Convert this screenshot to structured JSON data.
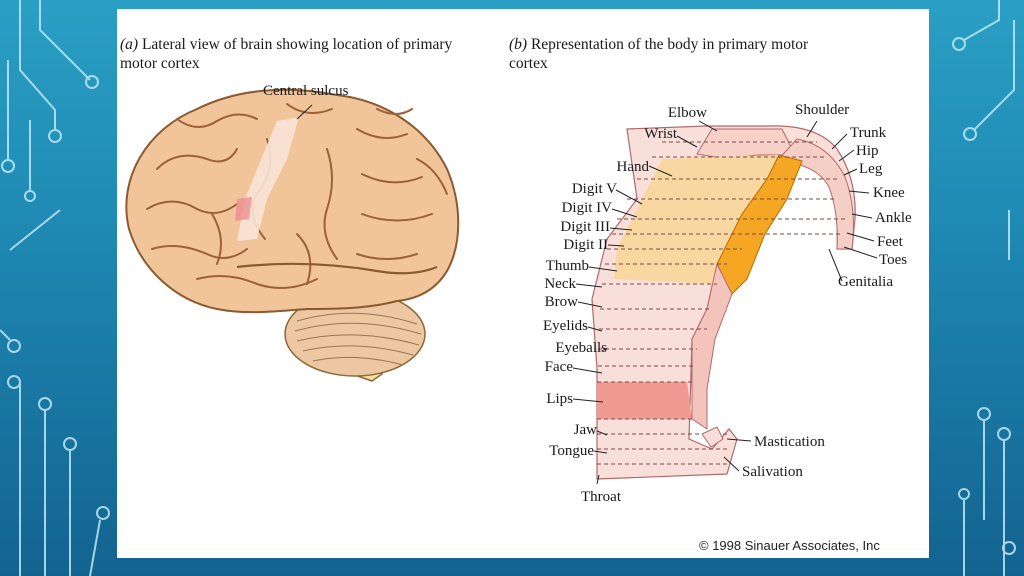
{
  "caption_a": {
    "tag": "(a)",
    "text": "Lateral view of brain showing location of primary motor cortex"
  },
  "caption_b": {
    "tag": "(b)",
    "text": "Representation of the body in primary motor cortex"
  },
  "central_sulcus": "Central sulcus",
  "labels_left": {
    "elbow": "Elbow",
    "wrist": "Wrist",
    "hand": "Hand",
    "digit_v": "Digit V",
    "digit_iv": "Digit IV",
    "digit_iii": "Digit III",
    "digit_ii": "Digit II",
    "thumb": "Thumb",
    "neck": "Neck",
    "brow": "Brow",
    "eyelids": "Eyelids",
    "eyeballs": "Eyeballs",
    "face": "Face",
    "lips": "Lips",
    "jaw": "Jaw",
    "tongue": "Tongue",
    "throat": "Throat"
  },
  "labels_right": {
    "shoulder": "Shoulder",
    "trunk": "Trunk",
    "hip": "Hip",
    "leg": "Leg",
    "knee": "Knee",
    "ankle": "Ankle",
    "feet": "Feet",
    "toes": "Toes",
    "genitalia": "Genitalia",
    "mastication": "Mastication",
    "salivation": "Salivation"
  },
  "copyright": "© 1998 Sinauer Associates, Inc",
  "colors": {
    "cortex": "#f1c49a",
    "motor_strip": "#f7d6c8",
    "orange": "#f5a623",
    "pale_orange": "#f8d8a0",
    "red": "#f09a92"
  }
}
